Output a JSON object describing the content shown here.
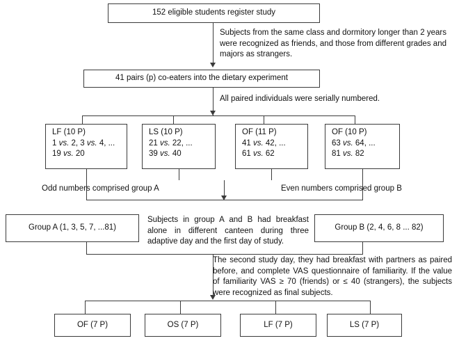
{
  "diagram": {
    "title": "Study participant flow diagram",
    "accent": "#3a3a3a",
    "background": "#ffffff",
    "nodes": {
      "enrollment": "152 eligible students register study",
      "pairs": "41 pairs (p) co-eaters into the dietary experiment",
      "group_a": "Group A (1, 3, 5, 7, ...81)",
      "group_b": "Group B (2, 4, 6, 8 ... 82)"
    },
    "pair_groups": [
      {
        "label": "LF (10 P)",
        "line1_a": "1",
        "line1_b": "2, 3",
        "line1_c": "4, ...",
        "line2_a": "19",
        "line2_b": "20"
      },
      {
        "label": "LS (10 P)",
        "line1_a": "21",
        "line1_b": "22, ...",
        "line1_c": "",
        "line2_a": "39",
        "line2_b": "40"
      },
      {
        "label": "OF (11 P)",
        "line1_a": "41",
        "line1_b": "42, ...",
        "line1_c": "",
        "line2_a": "61",
        "line2_b": "62"
      },
      {
        "label": "OF (10 P)",
        "line1_a": "63",
        "line1_b": "64, ...",
        "line1_c": "",
        "line2_a": "81",
        "line2_b": "82"
      }
    ],
    "vs_token": "vs.",
    "final_groups": [
      {
        "label": "OF (7 P)"
      },
      {
        "label": "OS (7 P)"
      },
      {
        "label": "LF (7 P)"
      },
      {
        "label": "LS (7 P)"
      }
    ],
    "notes": {
      "friends_strangers": "Subjects from the same class and dormitory longer than 2 years were recognized as friends, and those from different grades and majors as strangers.",
      "serial_numbering": "All paired individuals were serially numbered.",
      "odd_label": "Odd numbers comprised group A",
      "even_label": "Even numbers comprised group B",
      "breakfast_alone": "Subjects in group A and B had breakfast alone in different canteen during three adaptive day and the first day of study.",
      "second_day": "The second study day, they had breakfast with partners as paired before, and complete VAS questionnaire of familiarity. If the value of familiarity VAS ≥ 70 (friends) or ≤ 40 (strangers), the subjects were recognized as final subjects."
    }
  }
}
